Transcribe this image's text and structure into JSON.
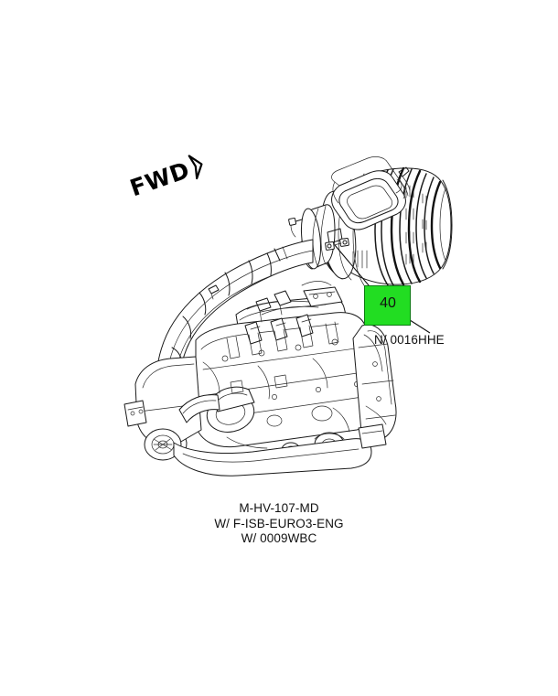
{
  "figure": {
    "type": "technical-line-drawing",
    "subject": "engine air cleaner assembly mounted on diesel engine",
    "orientation_marker": {
      "label": "FWD",
      "icon": "direction-arrow-icon"
    },
    "callout": {
      "number": "40",
      "box_color": "#22dd22",
      "part_reference": "N/ 0016HHE"
    },
    "caption_lines": [
      "M-HV-107-MD",
      "W/ F-ISB-EURO3-ENG",
      "W/ 0009WBC"
    ],
    "footer_left": "",
    "footer_right": "",
    "line_color": "#1a1a1a",
    "background": "#ffffff"
  }
}
